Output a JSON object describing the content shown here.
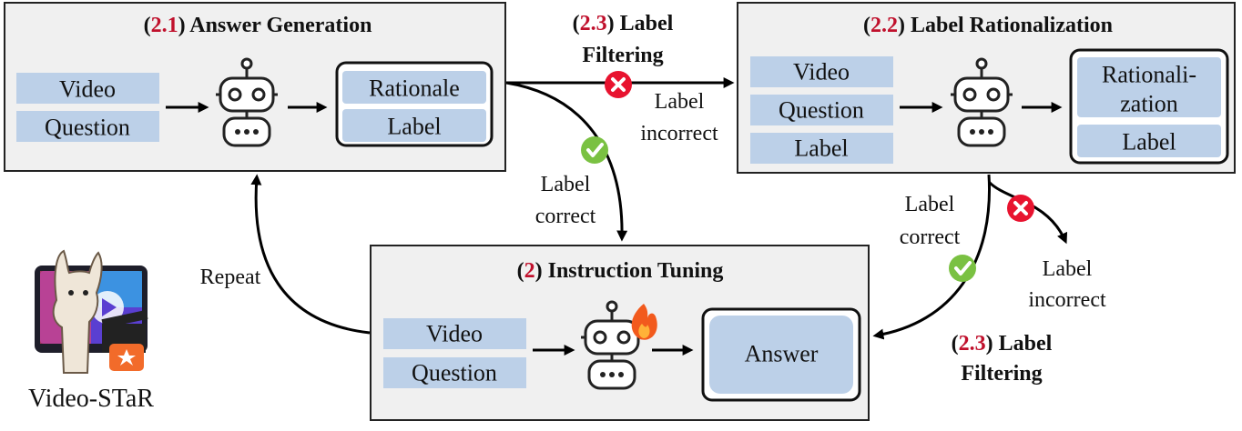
{
  "answer_generation": {
    "number": "2.1",
    "title": "Answer Generation",
    "inputs": [
      "Video",
      "Question"
    ],
    "outputs": [
      "Rationale",
      "Label"
    ]
  },
  "label_rationalization": {
    "number": "2.2",
    "title": "Label Rationalization",
    "inputs": [
      "Video",
      "Question",
      "Label"
    ],
    "outputs": [
      "Rationali-",
      "zation",
      "Label"
    ]
  },
  "instruction_tuning": {
    "number": "2",
    "title": "Instruction Tuning",
    "inputs": [
      "Video",
      "Question"
    ],
    "output": "Answer"
  },
  "filtering_top": {
    "number": "2.3",
    "title_line1": "Label",
    "title_line2": "Filtering",
    "incorrect_line1": "Label",
    "incorrect_line2": "incorrect",
    "correct_line1": "Label",
    "correct_line2": "correct"
  },
  "filtering_right": {
    "number": "2.3",
    "title_line1": "Label",
    "title_line2": "Filtering",
    "correct_line1": "Label",
    "correct_line2": "correct",
    "incorrect_line1": "Label",
    "incorrect_line2": "incorrect"
  },
  "loop": {
    "repeat": "Repeat"
  },
  "logo": {
    "caption": "Video-STaR"
  },
  "colors": {
    "accent_red": "#c0102c",
    "chip_blue": "#bcd0e8",
    "check_green": "#7ac142",
    "cross_red": "#e8132f"
  }
}
